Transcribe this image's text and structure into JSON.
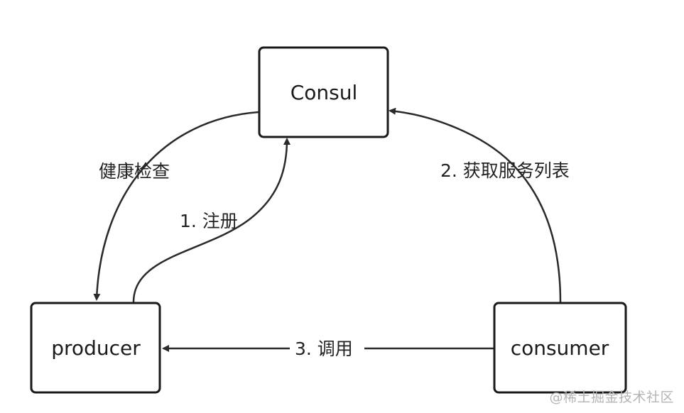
{
  "nodes": {
    "consul": {
      "label": "Consul"
    },
    "producer": {
      "label": "producer"
    },
    "consumer": {
      "label": "consumer"
    }
  },
  "edges": {
    "health_check": {
      "label": "健康检查"
    },
    "register": {
      "label": "1. 注册"
    },
    "get_service_list": {
      "label": "2. 获取服务列表"
    },
    "invoke": {
      "label": "3. 调用"
    }
  },
  "watermark": "@稀土掘金技术社区"
}
